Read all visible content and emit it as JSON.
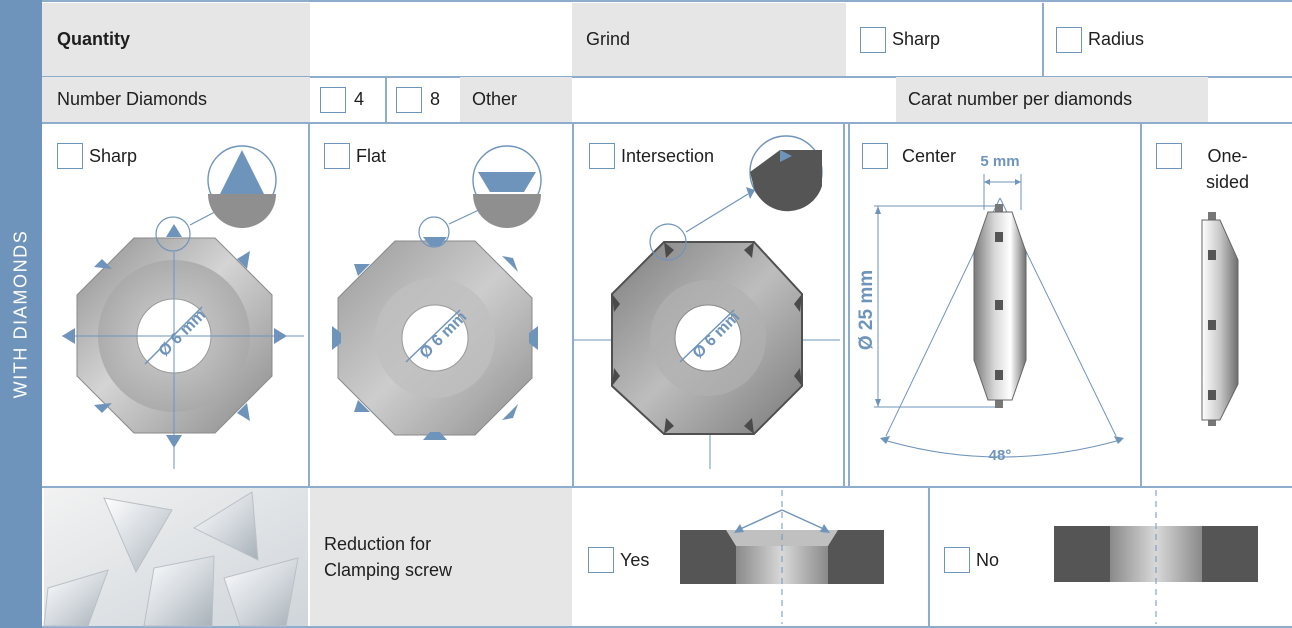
{
  "side_title": "WITH DIAMONDS",
  "row1": {
    "quantity_label": "Quantity",
    "grind_label": "Grind",
    "sharp_label": "Sharp",
    "radius_label": "Radius"
  },
  "row2": {
    "number_diamonds_label": "Number Diamonds",
    "option_4": "4",
    "option_8": "8",
    "other_label": "Other",
    "carat_label": "Carat number per diamonds"
  },
  "panels": {
    "sharp": {
      "label": "Sharp",
      "dim": "Ø 6 mm"
    },
    "flat": {
      "label": "Flat",
      "dim": "Ø 6 mm"
    },
    "intersection": {
      "label": "Intersection",
      "dim": "Ø 6 mm"
    },
    "center": {
      "label": "Center",
      "width_dim": "5 mm",
      "dia_dim": "Ø 25 mm",
      "angle_dim": "48°"
    },
    "one_sided": {
      "label_line1": "One-",
      "label_line2": "sided"
    }
  },
  "row4": {
    "reduction_line1": "Reduction for",
    "reduction_line2": "Clamping screw",
    "yes_label": "Yes",
    "no_label": "No"
  },
  "colors": {
    "accent": "#6f94bb",
    "header_grey": "#e6e6e6",
    "steel": "#a8a8a8",
    "dark_steel": "#555555"
  }
}
